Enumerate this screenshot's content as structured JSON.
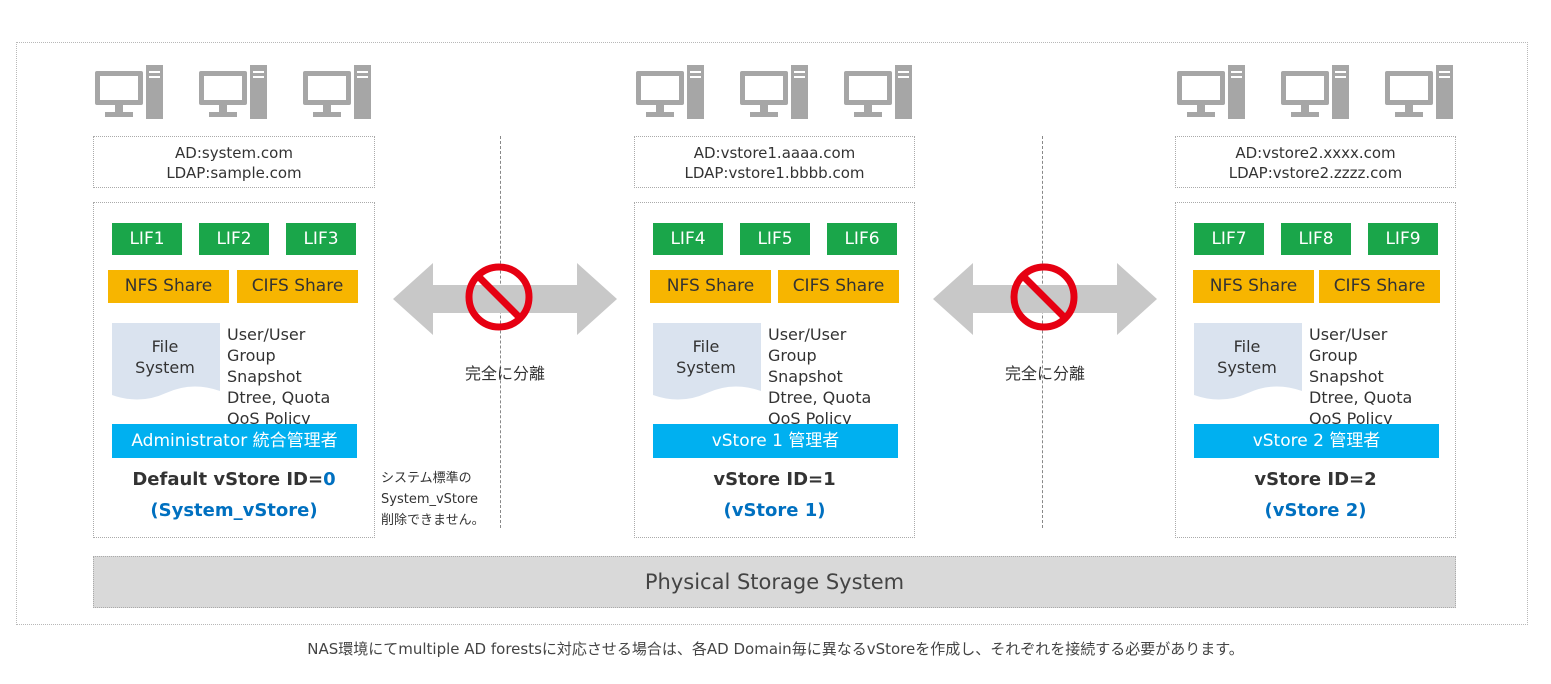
{
  "vstores": [
    {
      "ad": "AD:system.com",
      "ldap": "LDAP:sample.com",
      "lifs": [
        "LIF1",
        "LIF2",
        "LIF3"
      ],
      "nfs": "NFS Share",
      "cifs": "CIFS Share",
      "fs_line1": "File",
      "fs_line2": "System",
      "attrs": [
        "User/User",
        "Group",
        "Snapshot",
        "Dtree, Quota",
        "QoS Policy"
      ],
      "admin": "Administrator 統合管理者",
      "title_prefix": "Default vStore ID=",
      "title_id": "0",
      "subtitle": "(System_vStore)"
    },
    {
      "ad": "AD:vstore1.aaaa.com",
      "ldap": "LDAP:vstore1.bbbb.com",
      "lifs": [
        "LIF4",
        "LIF5",
        "LIF6"
      ],
      "nfs": "NFS Share",
      "cifs": "CIFS Share",
      "fs_line1": "File",
      "fs_line2": "System",
      "attrs": [
        "User/User",
        "Group",
        "Snapshot",
        "Dtree, Quota",
        "QoS Policy"
      ],
      "admin": "vStore 1 管理者",
      "title_prefix": "vStore ID=1",
      "title_id": "",
      "subtitle": "(vStore 1)"
    },
    {
      "ad": "AD:vstore2.xxxx.com",
      "ldap": "LDAP:vstore2.zzzz.com",
      "lifs": [
        "LIF7",
        "LIF8",
        "LIF9"
      ],
      "nfs": "NFS Share",
      "cifs": "CIFS Share",
      "fs_line1": "File",
      "fs_line2": "System",
      "attrs": [
        "User/User",
        "Group",
        "Snapshot",
        "Dtree, Quota",
        "QoS Policy"
      ],
      "admin": "vStore 2 管理者",
      "title_prefix": "vStore ID=2",
      "title_id": "",
      "subtitle": "(vStore 2)"
    }
  ],
  "separation_label": "完全に分離",
  "note_lines": [
    "システム標準の",
    "System_vStore",
    "削除できません。"
  ],
  "physical_storage": "Physical Storage System",
  "caption": "NAS環境にてmultiple AD forestsに対応させる場合は、各AD Domain毎に異なるvStoreを作成し、それぞれを接続する必要があります。",
  "colors": {
    "lif": "#1aa64a",
    "share": "#f7b500",
    "admin": "#00b0f0",
    "vstore_id": "#0070c0",
    "prohibit": "#e60012",
    "arrow": "#c8c8c8",
    "computer": "#a6a6a6"
  }
}
